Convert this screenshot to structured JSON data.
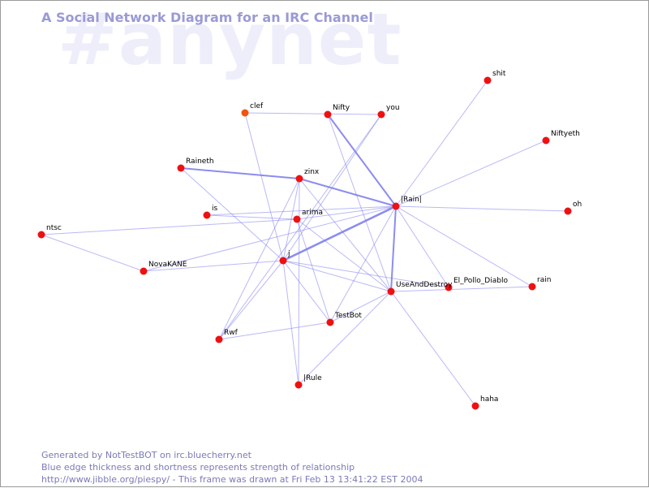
{
  "header": {
    "title": "A Social Network Diagram for an IRC Channel",
    "watermark": "#anynet"
  },
  "colors": {
    "edge": "#8080ee",
    "node_fill": "#ee1111",
    "node_fill_orange": "#ee5511",
    "title": "#9a9ad6",
    "footer": "#7a7ab8",
    "watermark": "#eeeefb"
  },
  "nodes": [
    {
      "id": "shit",
      "label": "shit"
    },
    {
      "id": "clef",
      "label": "clef",
      "color": "orange"
    },
    {
      "id": "Nifty",
      "label": "Nifty"
    },
    {
      "id": "you",
      "label": "you"
    },
    {
      "id": "Niftyeth",
      "label": "Niftyeth"
    },
    {
      "id": "Raineth",
      "label": "Raineth"
    },
    {
      "id": "zinx",
      "label": "zinx"
    },
    {
      "id": "Rain",
      "label": "|Rain|"
    },
    {
      "id": "oh",
      "label": "oh"
    },
    {
      "id": "is",
      "label": "is"
    },
    {
      "id": "arima",
      "label": "arima"
    },
    {
      "id": "ntsc",
      "label": "ntsc"
    },
    {
      "id": "j",
      "label": "j"
    },
    {
      "id": "NovaKANE",
      "label": "NovaKANE"
    },
    {
      "id": "El_Pollo_Diablo",
      "label": "El_Pollo_Diablo"
    },
    {
      "id": "rain",
      "label": "rain"
    },
    {
      "id": "UseAndDestroy",
      "label": "UseAndDestroy"
    },
    {
      "id": "TestBot",
      "label": "TestBot"
    },
    {
      "id": "Rwf",
      "label": "Rwf"
    },
    {
      "id": "Rule",
      "label": "|Rule"
    },
    {
      "id": "haha",
      "label": "haha"
    }
  ],
  "edges": [
    {
      "source": "Rain",
      "target": "shit",
      "strength": 1
    },
    {
      "source": "Rain",
      "target": "Niftyeth",
      "strength": 1
    },
    {
      "source": "Rain",
      "target": "oh",
      "strength": 1
    },
    {
      "source": "Rain",
      "target": "Nifty",
      "strength": 2
    },
    {
      "source": "Rain",
      "target": "zinx",
      "strength": 2
    },
    {
      "source": "Rain",
      "target": "j",
      "strength": 3
    },
    {
      "source": "Rain",
      "target": "UseAndDestroy",
      "strength": 2
    },
    {
      "source": "Rain",
      "target": "arima",
      "strength": 1
    },
    {
      "source": "Rain",
      "target": "is",
      "strength": 1
    },
    {
      "source": "Rain",
      "target": "rain",
      "strength": 1
    },
    {
      "source": "Rain",
      "target": "El_Pollo_Diablo",
      "strength": 1
    },
    {
      "source": "Rain",
      "target": "TestBot",
      "strength": 1
    },
    {
      "source": "Rain",
      "target": "NovaKANE",
      "strength": 1
    },
    {
      "source": "Raineth",
      "target": "zinx",
      "strength": 2
    },
    {
      "source": "Raineth",
      "target": "j",
      "strength": 1
    },
    {
      "source": "clef",
      "target": "you",
      "strength": 1
    },
    {
      "source": "clef",
      "target": "j",
      "strength": 1
    },
    {
      "source": "Nifty",
      "target": "UseAndDestroy",
      "strength": 1
    },
    {
      "source": "you",
      "target": "j",
      "strength": 1
    },
    {
      "source": "you",
      "target": "Rwf",
      "strength": 1
    },
    {
      "source": "zinx",
      "target": "Rwf",
      "strength": 1
    },
    {
      "source": "zinx",
      "target": "UseAndDestroy",
      "strength": 1
    },
    {
      "source": "zinx",
      "target": "j",
      "strength": 1
    },
    {
      "source": "zinx",
      "target": "Rule",
      "strength": 1
    },
    {
      "source": "arima",
      "target": "UseAndDestroy",
      "strength": 1
    },
    {
      "source": "arima",
      "target": "is",
      "strength": 1
    },
    {
      "source": "arima",
      "target": "TestBot",
      "strength": 1
    },
    {
      "source": "arima",
      "target": "ntsc",
      "strength": 1
    },
    {
      "source": "j",
      "target": "NovaKANE",
      "strength": 1
    },
    {
      "source": "j",
      "target": "UseAndDestroy",
      "strength": 1
    },
    {
      "source": "j",
      "target": "El_Pollo_Diablo",
      "strength": 1
    },
    {
      "source": "j",
      "target": "TestBot",
      "strength": 1
    },
    {
      "source": "j",
      "target": "Rwf",
      "strength": 1
    },
    {
      "source": "j",
      "target": "Rule",
      "strength": 1
    },
    {
      "source": "ntsc",
      "target": "NovaKANE",
      "strength": 1
    },
    {
      "source": "UseAndDestroy",
      "target": "rain",
      "strength": 1
    },
    {
      "source": "UseAndDestroy",
      "target": "haha",
      "strength": 1
    },
    {
      "source": "UseAndDestroy",
      "target": "TestBot",
      "strength": 1
    },
    {
      "source": "UseAndDestroy",
      "target": "Rule",
      "strength": 1
    },
    {
      "source": "TestBot",
      "target": "Rwf",
      "strength": 1
    }
  ],
  "footer": {
    "line1": "Generated by NotTestBOT on irc.bluecherry.net",
    "line2": "Blue edge thickness and shortness represents strength of relationship",
    "line3": "http://www.jibble.org/piespy/ - This frame was drawn at Fri Feb 13 13:41:22 EST 2004"
  }
}
